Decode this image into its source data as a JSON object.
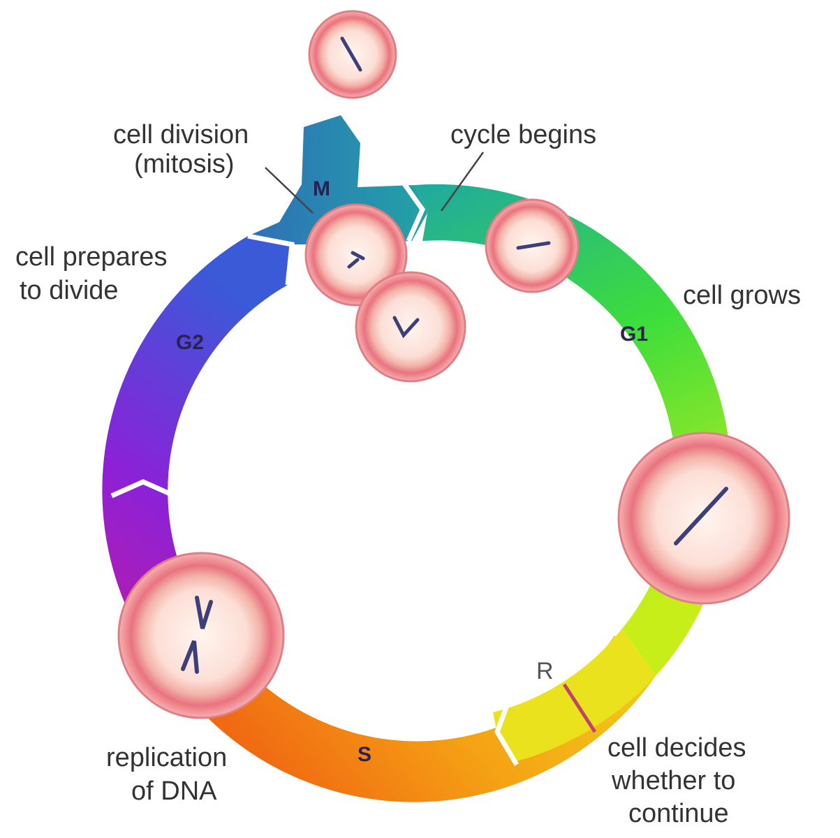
{
  "phases": {
    "m": "M",
    "g1": "G1",
    "s": "S",
    "g2": "G2",
    "r": "R"
  },
  "labels": {
    "cell_division_line1": "cell division",
    "cell_division_line2": "(mitosis)",
    "cycle_begins": "cycle begins",
    "cell_prepares_line1": "cell prepares",
    "cell_prepares_line2": "to divide",
    "cell_grows": "cell grows",
    "replication_line1": "replication",
    "replication_line2": "of DNA",
    "decides_line1": "cell decides",
    "decides_line2": "whether to",
    "decides_line3": "continue"
  },
  "colors": {
    "m_phase": "#2a8fa6",
    "g1_start": "#1fa9a0",
    "g1_mid": "#3cdd3c",
    "g1_end": "#c8ee1a",
    "s_start": "#f0d21a",
    "s_end": "#f06a12",
    "g2_start": "#c8189a",
    "g2_mid": "#8a22d8",
    "g2_end": "#3a5ad8",
    "cell_outer": "#e9737f",
    "cell_inner": "#fcdfd6",
    "chromosome": "#3d3f7a",
    "restriction_line": "#c0446a"
  }
}
